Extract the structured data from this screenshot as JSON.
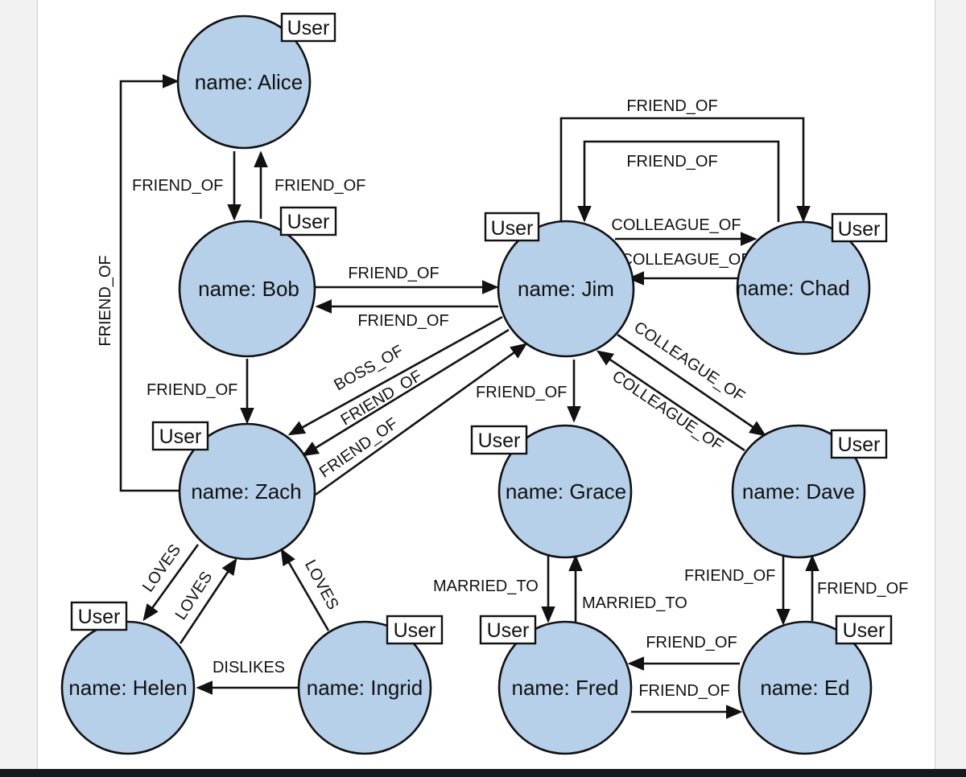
{
  "colors": {
    "node_fill": "#b5d0e8",
    "stroke": "#111111",
    "tag_fill": "#ffffff"
  },
  "node_label_prefix": "name: ",
  "tag_label": "User",
  "nodes": {
    "alice": {
      "name": "Alice",
      "label": "name: Alice",
      "tag": "User"
    },
    "bob": {
      "name": "Bob",
      "label": "name: Bob",
      "tag": "User"
    },
    "jim": {
      "name": "Jim",
      "label": "name: Jim",
      "tag": "User"
    },
    "chad": {
      "name": "Chad",
      "label": "name: Chad",
      "tag": "User"
    },
    "zach": {
      "name": "Zach",
      "label": "name: Zach",
      "tag": "User"
    },
    "grace": {
      "name": "Grace",
      "label": "name: Grace",
      "tag": "User"
    },
    "dave": {
      "name": "Dave",
      "label": "name: Dave",
      "tag": "User"
    },
    "helen": {
      "name": "Helen",
      "label": "name: Helen",
      "tag": "User"
    },
    "ingrid": {
      "name": "Ingrid",
      "label": "name: Ingrid",
      "tag": "User"
    },
    "fred": {
      "name": "Fred",
      "label": "name: Fred",
      "tag": "User"
    },
    "ed": {
      "name": "Ed",
      "label": "name: Ed",
      "tag": "User"
    }
  },
  "edges": {
    "alice_bob": {
      "from": "Alice",
      "to": "Bob",
      "label": "FRIEND_OF"
    },
    "bob_alice": {
      "from": "Bob",
      "to": "Alice",
      "label": "FRIEND_OF"
    },
    "zach_alice": {
      "from": "Zach",
      "to": "Alice",
      "label": "FRIEND_OF"
    },
    "bob_jim": {
      "from": "Bob",
      "to": "Jim",
      "label": "FRIEND_OF"
    },
    "jim_bob": {
      "from": "Jim",
      "to": "Bob",
      "label": "FRIEND_OF"
    },
    "bob_zach": {
      "from": "Bob",
      "to": "Zach",
      "label": "FRIEND_OF"
    },
    "jim_zach_boss": {
      "from": "Jim",
      "to": "Zach",
      "label": "BOSS_OF"
    },
    "jim_zach_friend": {
      "from": "Jim",
      "to": "Zach",
      "label": "FRIEND_OF"
    },
    "zach_jim": {
      "from": "Zach",
      "to": "Jim",
      "label": "FRIEND_OF"
    },
    "jim_chad_outer": {
      "from": "Jim",
      "to": "Chad",
      "label": "FRIEND_OF"
    },
    "chad_jim_inner": {
      "from": "Chad",
      "to": "Jim",
      "label": "FRIEND_OF"
    },
    "jim_chad_colleague": {
      "from": "Jim",
      "to": "Chad",
      "label": "COLLEAGUE_OF"
    },
    "chad_jim_colleague": {
      "from": "Chad",
      "to": "Jim",
      "label": "COLLEAGUE_OF"
    },
    "jim_grace": {
      "from": "Jim",
      "to": "Grace",
      "label": "FRIEND_OF"
    },
    "jim_dave": {
      "from": "Jim",
      "to": "Dave",
      "label": "COLLEAGUE_OF"
    },
    "dave_jim": {
      "from": "Dave",
      "to": "Jim",
      "label": "COLLEAGUE_OF"
    },
    "zach_helen": {
      "from": "Zach",
      "to": "Helen",
      "label": "LOVES"
    },
    "helen_zach": {
      "from": "Helen",
      "to": "Zach",
      "label": "LOVES"
    },
    "ingrid_zach": {
      "from": "Ingrid",
      "to": "Zach",
      "label": "LOVES"
    },
    "ingrid_helen": {
      "from": "Ingrid",
      "to": "Helen",
      "label": "DISLIKES"
    },
    "grace_fred": {
      "from": "Grace",
      "to": "Fred",
      "label": "MARRIED_TO"
    },
    "fred_grace": {
      "from": "Fred",
      "to": "Grace",
      "label": "MARRIED_TO"
    },
    "dave_ed": {
      "from": "Dave",
      "to": "Ed",
      "label": "FRIEND_OF"
    },
    "ed_dave": {
      "from": "Ed",
      "to": "Dave",
      "label": "FRIEND_OF"
    },
    "ed_fred": {
      "from": "Ed",
      "to": "Fred",
      "label": "FRIEND_OF"
    },
    "fred_ed": {
      "from": "Fred",
      "to": "Ed",
      "label": "FRIEND_OF"
    }
  }
}
